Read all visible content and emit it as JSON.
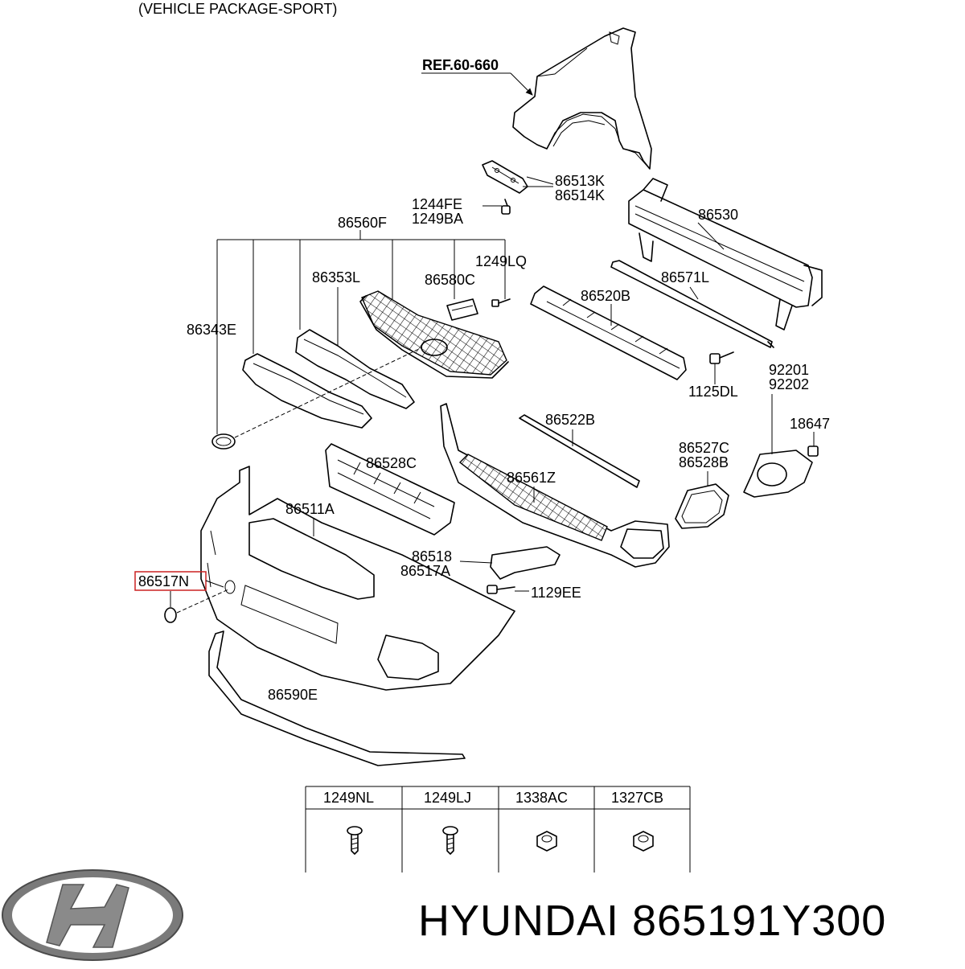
{
  "header": {
    "package_note": "(VEHICLE PACKAGE-SPORT)"
  },
  "reference": "REF.60-660",
  "callouts": {
    "c86513": [
      "86513K",
      "86514K"
    ],
    "c1244": [
      "1244FE",
      "1249BA"
    ],
    "c86560F": "86560F",
    "c86530": "86530",
    "c1249LQ": "1249LQ",
    "c86353L": "86353L",
    "c86580C": "86580C",
    "c86571L": "86571L",
    "c86520B": "86520B",
    "c86343E": "86343E",
    "c92201": [
      "92201",
      "92202"
    ],
    "c1125DL": "1125DL",
    "c18647": "18647",
    "c86522B": "86522B",
    "c86527C": [
      "86527C",
      "86528B"
    ],
    "c86528C": "86528C",
    "c86561Z": "86561Z",
    "c86511A": "86511A",
    "c86518": [
      "86518",
      "86517A"
    ],
    "c86517N": "86517N",
    "c1129EE": "1129EE",
    "c86590E": "86590E"
  },
  "highlight_color": "#cc2222",
  "fastener_table": {
    "columns": [
      "1249NL",
      "1249LJ",
      "1338AC",
      "1327CB"
    ],
    "icons": [
      "screw-icon",
      "screw-icon",
      "nut-icon",
      "nut-icon"
    ]
  },
  "brand": {
    "name": "HYUNDAI",
    "part_number": "865191Y300",
    "caption": "HYUNDAI 865191Y300"
  }
}
